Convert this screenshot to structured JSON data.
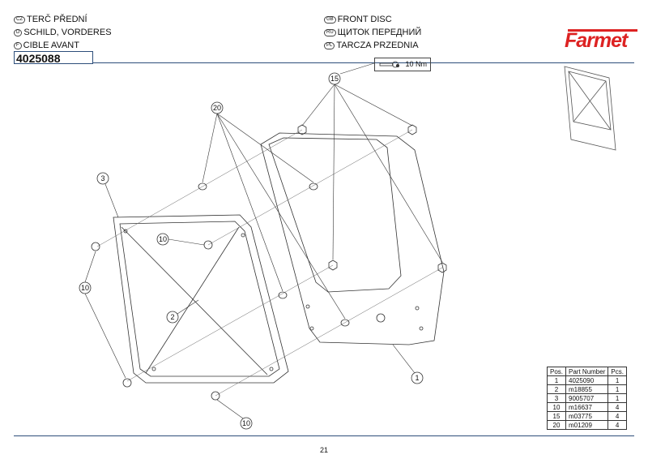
{
  "header": {
    "titles": [
      {
        "flag": "CZ",
        "text": "TERČ PŘEDNÍ"
      },
      {
        "flag": "D",
        "text": "SCHILD, VORDERES"
      },
      {
        "flag": "F",
        "text": "CIBLE AVANT"
      },
      {
        "flag": "GB",
        "text": "FRONT DISC"
      },
      {
        "flag": "RU",
        "text": "ЩИТОК ПЕРЕДНИЙ"
      },
      {
        "flag": "PL",
        "text": "TARCZA PRZEDNIA"
      }
    ],
    "part_number": "4025088",
    "logo": "Farmet"
  },
  "torque": {
    "icon": "wrench-icon",
    "value": "10 Nm"
  },
  "callouts": [
    "15",
    "20",
    "3",
    "10",
    "10",
    "2",
    "1",
    "10"
  ],
  "parts_table": {
    "headers": [
      "Pos.",
      "Part Number",
      "Pcs."
    ],
    "rows": [
      [
        "1",
        "4025090",
        "1"
      ],
      [
        "2",
        "m18855",
        "1"
      ],
      [
        "3",
        "9005707",
        "1"
      ],
      [
        "10",
        "m16637",
        "4"
      ],
      [
        "15",
        "m03775",
        "4"
      ],
      [
        "20",
        "m01209",
        "4"
      ]
    ]
  },
  "footer": {
    "page_number": "21"
  },
  "colors": {
    "rule": "#2d4e7a",
    "logo": "#dd2222"
  }
}
